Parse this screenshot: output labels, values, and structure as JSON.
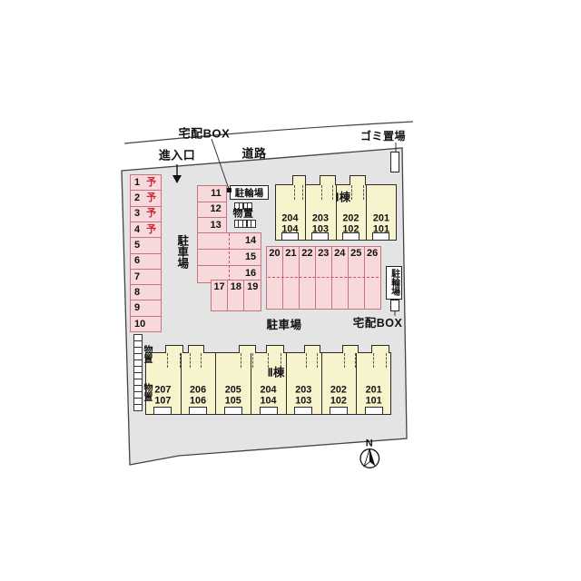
{
  "colors": {
    "site_fill": "#e4e4e4",
    "outline": "#444444",
    "stall_fill": "#f8d9db",
    "stall_border": "#c4767c",
    "dash_red": "#cf5157",
    "reserved_red": "#cc2936",
    "building_fill": "#f7f3cd",
    "building_border": "#2a2a2a",
    "ink": "#111111"
  },
  "labels": {
    "delivery_box_top": "宅配BOX",
    "road": "道路",
    "entrance": "進入口",
    "garbage_area": "ゴミ置場",
    "bicycle_parking_top": "駐輪場",
    "bicycle_parking_right": "駐輪場",
    "storage_mid": "物置",
    "storage_left_1": "物置",
    "storage_left_2": "物置",
    "parking_lot_left": "駐車場",
    "parking_lot_bottom": "駐車場",
    "delivery_box_bottom": "宅配BOX",
    "north": "N"
  },
  "parking": {
    "reserved_mark": "予",
    "left_column_numbers": [
      "1",
      "2",
      "3",
      "4",
      "5",
      "6",
      "7",
      "8",
      "9",
      "10"
    ],
    "left_column_reserved": [
      true,
      true,
      true,
      true,
      false,
      false,
      false,
      false,
      false,
      false
    ],
    "mid_rows_small": [
      "11",
      "12",
      "13"
    ],
    "mid_rows_wide": [
      "14",
      "15",
      "16"
    ],
    "mid_columns": [
      "17",
      "18",
      "19"
    ],
    "front_row": [
      "20",
      "21",
      "22",
      "23",
      "24",
      "25",
      "26"
    ]
  },
  "buildings": {
    "building_1": {
      "name": "Ⅰ棟",
      "units": [
        {
          "upper": "204",
          "lower": "104"
        },
        {
          "upper": "203",
          "lower": "103"
        },
        {
          "upper": "202",
          "lower": "102"
        },
        {
          "upper": "201",
          "lower": "101"
        }
      ]
    },
    "building_2": {
      "name": "Ⅱ棟",
      "units": [
        {
          "upper": "207",
          "lower": "107"
        },
        {
          "upper": "206",
          "lower": "106"
        },
        {
          "upper": "205",
          "lower": "105"
        },
        {
          "upper": "204",
          "lower": "104"
        },
        {
          "upper": "203",
          "lower": "103"
        },
        {
          "upper": "202",
          "lower": "102"
        },
        {
          "upper": "201",
          "lower": "101"
        }
      ]
    }
  }
}
